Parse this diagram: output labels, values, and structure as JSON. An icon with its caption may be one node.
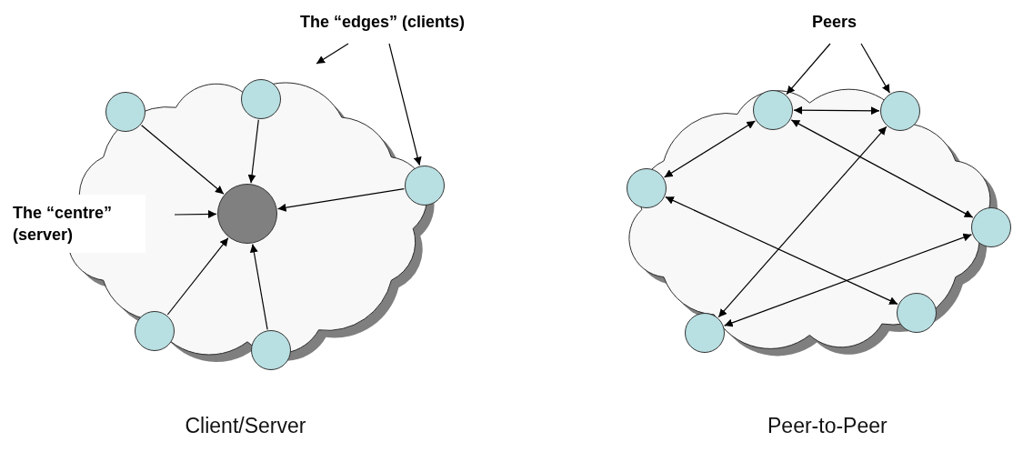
{
  "diagram": {
    "nodes": [
      {
        "text": [
          "The “edges” (clients)"
        ]
      },
      {
        "text": [
          "Peers"
        ]
      },
      {
        "text": [],
        "shape": "cloud"
      },
      {
        "text": [],
        "shape": "circle",
        "in": 2
      },
      {
        "text": [],
        "shape": "circle",
        "in": 2
      },
      {
        "text": [],
        "shape": "circle",
        "in": 2
      },
      {
        "text": [
          "The “centre” (server)"
        ]
      },
      {
        "text": [],
        "shape": "circle",
        "in": 2
      },
      {
        "text": [],
        "shape": "circle",
        "in": 2
      },
      {
        "text": [],
        "shape": "circle",
        "in": 2
      },
      {
        "text": [],
        "shape": "cloud"
      },
      {
        "text": [],
        "shape": "circle",
        "in": 10
      },
      {
        "text": [],
        "shape": "circle",
        "in": 10
      },
      {
        "text": [],
        "shape": "circle",
        "in": 10
      },
      {
        "text": [],
        "shape": "circle",
        "in": 10
      },
      {
        "text": [],
        "shape": "circle",
        "in": 10
      },
      {
        "text": [],
        "shape": "circle",
        "in": 10
      }
    ],
    "edges": [
      {
        "from": 0,
        "to": null,
        "arrow": "to"
      },
      {
        "from": 0,
        "to": 5,
        "arrow": "to"
      },
      {
        "from": 6,
        "to": 7,
        "arrow": "to"
      },
      {
        "from": 3,
        "to": 7,
        "arrow": "to"
      },
      {
        "from": 4,
        "to": 7,
        "arrow": "to"
      },
      {
        "from": 5,
        "to": 7,
        "arrow": "to"
      },
      {
        "from": 8,
        "to": 7,
        "arrow": "to"
      },
      {
        "from": 9,
        "to": 7,
        "arrow": "to"
      },
      {
        "from": 1,
        "to": 11,
        "arrow": "to"
      },
      {
        "from": 1,
        "to": 12,
        "arrow": "to"
      },
      {
        "from": 11,
        "to": 12,
        "arrow": "both"
      },
      {
        "from": 11,
        "to": 13,
        "arrow": "both"
      },
      {
        "from": 11,
        "to": 14,
        "arrow": "both"
      },
      {
        "from": 12,
        "to": 16,
        "arrow": "both"
      },
      {
        "from": 13,
        "to": 15,
        "arrow": "both"
      },
      {
        "from": 16,
        "to": 14,
        "arrow": "both"
      }
    ],
    "labels": [
      "Client/Server",
      "Peer-to-Peer"
    ]
  }
}
